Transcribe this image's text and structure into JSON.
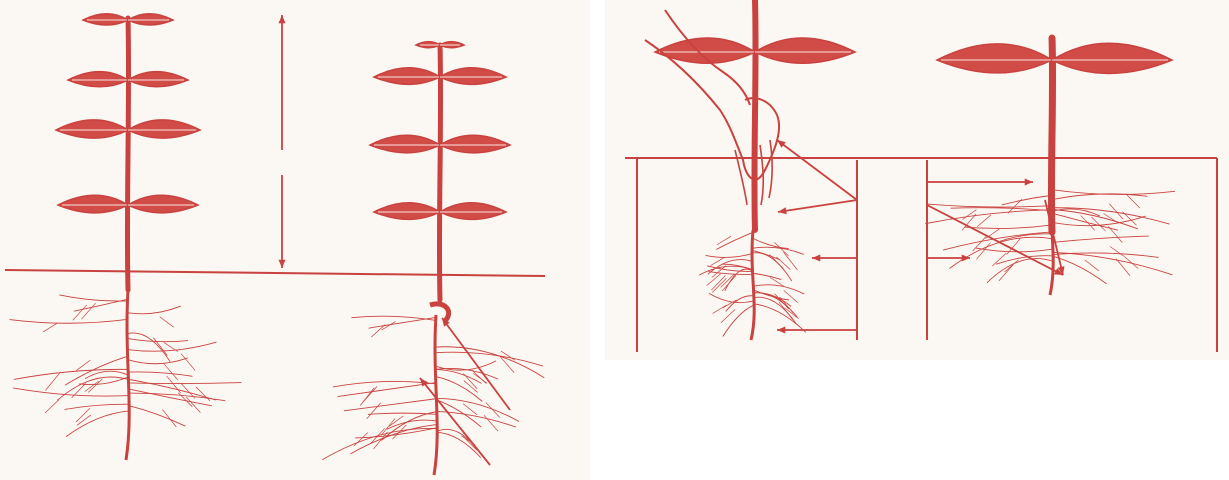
{
  "colors": {
    "ink": "#c9423f",
    "leaf_fill": "#d24c47",
    "paper": "#fbf7f2",
    "background": "#ffffff"
  },
  "panels": [
    {
      "name": "left-panel",
      "illustrations": [
        "seedling-tall",
        "seedling-transplanted"
      ]
    },
    {
      "name": "right-panel",
      "illustrations": [
        "seedling-hand-planting",
        "seedling-planted-box"
      ]
    }
  ]
}
